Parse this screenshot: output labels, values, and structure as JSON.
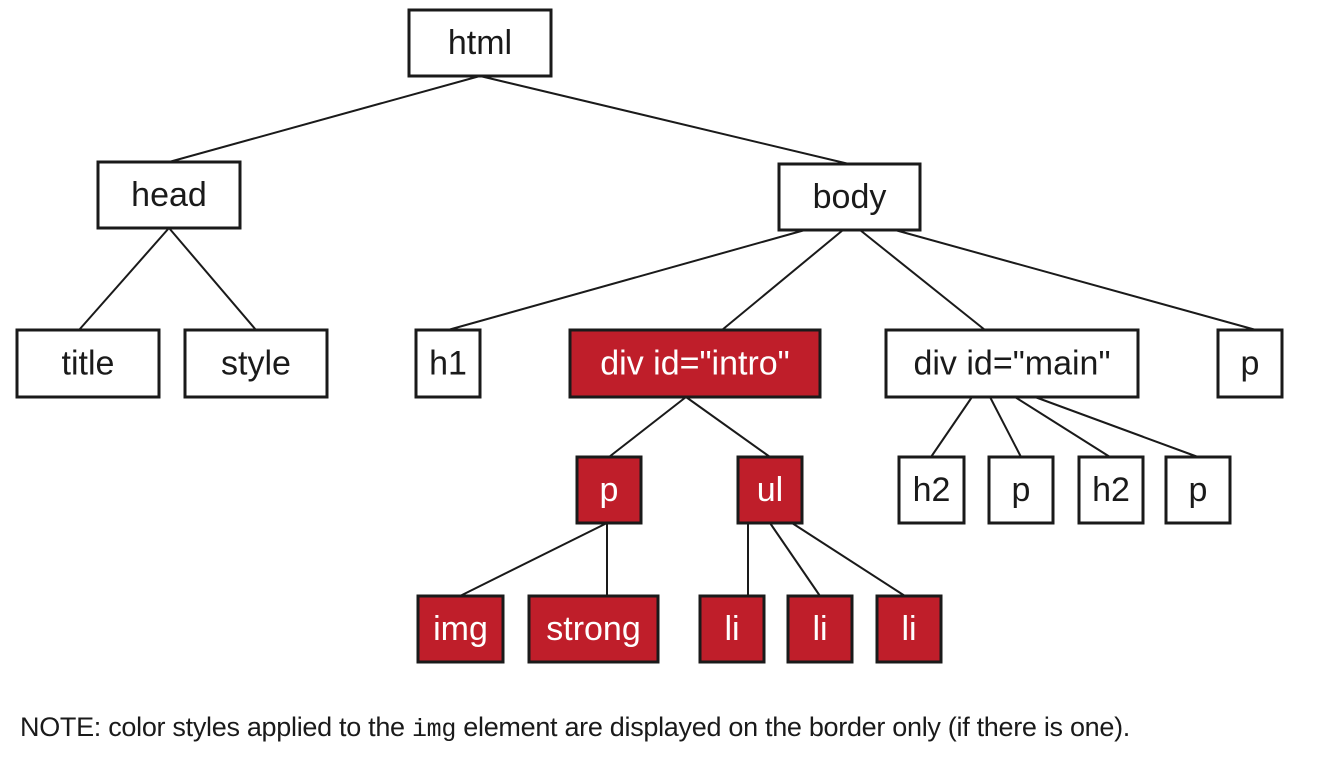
{
  "colors": {
    "highlight": "#bf1e2a",
    "border": "#1a1a1a",
    "plain_fill": "#ffffff",
    "plain_text": "#1a1a1a",
    "highlight_text": "#ffffff"
  },
  "nodes": [
    {
      "id": "html",
      "label": "html",
      "highlighted": false
    },
    {
      "id": "head",
      "label": "head",
      "highlighted": false
    },
    {
      "id": "body",
      "label": "body",
      "highlighted": false
    },
    {
      "id": "title",
      "label": "title",
      "highlighted": false
    },
    {
      "id": "style",
      "label": "style",
      "highlighted": false
    },
    {
      "id": "h1",
      "label": "h1",
      "highlighted": false
    },
    {
      "id": "div-intro",
      "label": "div id=\"intro\"",
      "highlighted": true
    },
    {
      "id": "div-main",
      "label": "div id=\"main\"",
      "highlighted": false
    },
    {
      "id": "p-body",
      "label": "p",
      "highlighted": false
    },
    {
      "id": "p-intro",
      "label": "p",
      "highlighted": true
    },
    {
      "id": "ul",
      "label": "ul",
      "highlighted": true
    },
    {
      "id": "h2-a",
      "label": "h2",
      "highlighted": false
    },
    {
      "id": "p-main-a",
      "label": "p",
      "highlighted": false
    },
    {
      "id": "h2-b",
      "label": "h2",
      "highlighted": false
    },
    {
      "id": "p-main-b",
      "label": "p",
      "highlighted": false
    },
    {
      "id": "img",
      "label": "img",
      "highlighted": true
    },
    {
      "id": "strong",
      "label": "strong",
      "highlighted": true
    },
    {
      "id": "li-a",
      "label": "li",
      "highlighted": true
    },
    {
      "id": "li-b",
      "label": "li",
      "highlighted": true
    },
    {
      "id": "li-c",
      "label": "li",
      "highlighted": true
    }
  ],
  "edges": [
    [
      "html",
      "head"
    ],
    [
      "html",
      "body"
    ],
    [
      "head",
      "title"
    ],
    [
      "head",
      "style"
    ],
    [
      "body",
      "h1"
    ],
    [
      "body",
      "div-intro"
    ],
    [
      "body",
      "div-main"
    ],
    [
      "body",
      "p-body"
    ],
    [
      "div-intro",
      "p-intro"
    ],
    [
      "div-intro",
      "ul"
    ],
    [
      "div-main",
      "h2-a"
    ],
    [
      "div-main",
      "p-main-a"
    ],
    [
      "div-main",
      "h2-b"
    ],
    [
      "div-main",
      "p-main-b"
    ],
    [
      "p-intro",
      "img"
    ],
    [
      "p-intro",
      "strong"
    ],
    [
      "ul",
      "li-a"
    ],
    [
      "ul",
      "li-b"
    ],
    [
      "ul",
      "li-c"
    ]
  ],
  "note": {
    "before": "NOTE: color styles applied to the ",
    "code": "img",
    "after": " element are displayed on the border only (if there is one)."
  }
}
